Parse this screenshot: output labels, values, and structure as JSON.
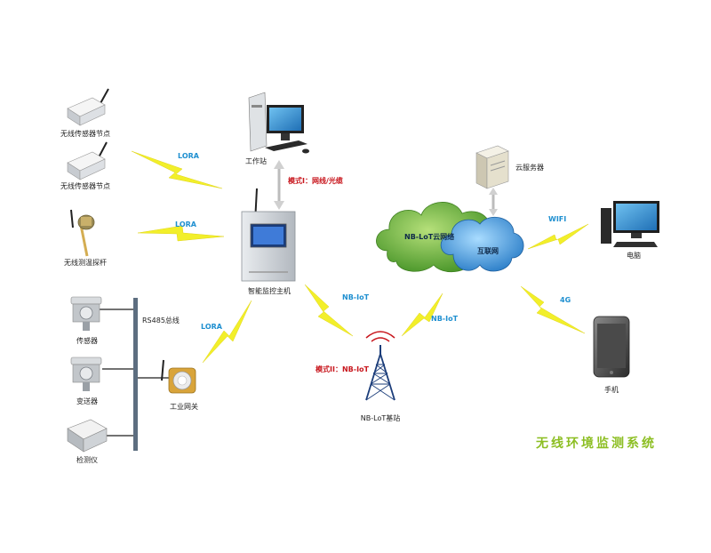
{
  "diagram": {
    "title": "无线环境监测系统",
    "nodes": {
      "wireless_sensor_node_1": "无线传感器节点",
      "wireless_sensor_node_2": "无线传感器节点",
      "wireless_temp_pole": "无线测温探杆",
      "sensor": "传感器",
      "transmitter": "变送器",
      "detector": "检测仪",
      "rs485_bus": "RS485总线",
      "industrial_gateway": "工业网关",
      "workstation": "工作站",
      "smart_controller": "智能监控主机",
      "nb_base_station": "NB-LoT基站",
      "cloud_server": "云服务器",
      "nb_cloud": "NB-LoT云网络",
      "internet": "互联网",
      "computer": "电脑",
      "phone": "手机"
    },
    "links": {
      "lora_1": "LORA",
      "lora_2": "LORA",
      "lora_3": "LORA",
      "nb_iot_1": "NB-IoT",
      "nb_iot_2": "NB-IoT",
      "wifi": "WIFI",
      "4g": "4G",
      "mode_1": "模式I：网线/光缆",
      "mode_2": "模式II：NB-IoT"
    },
    "colors": {
      "lightning": "#f2ef2a",
      "link_label": "#1e8fd0",
      "mode_label": "#c8161d",
      "title": "#8cbe22",
      "cloud_green": "#4d9e2a",
      "cloud_blue": "#2b8ad3"
    }
  }
}
